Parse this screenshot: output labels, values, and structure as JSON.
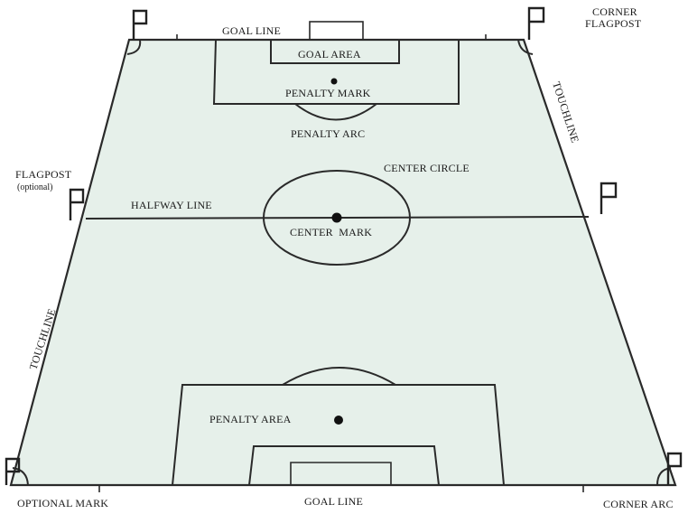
{
  "colors": {
    "pitch": "#e6f0ea",
    "lines": "#2a2a2a",
    "text": "#1a1a1a"
  },
  "labels": {
    "goal_line_top": "GOAL LINE",
    "goal_area": "GOAL AREA",
    "penalty_mark": "PENALTY MARK",
    "penalty_arc": "PENALTY ARC",
    "corner_flagpost_line1": "CORNER",
    "corner_flagpost_line2": "FLAGPOST",
    "touchline_right": "TOUCHLINE",
    "flagpost": "FLAGPOST",
    "flagpost_optional": "(optional)",
    "center_circle": "CENTER CIRCLE",
    "halfway_line": "HALFWAY LINE",
    "center_mark": "CENTER  MARK",
    "touchline_left": "TOUCHLINE",
    "penalty_area": "PENALTY AREA",
    "optional_mark": "OPTIONAL MARK",
    "goal_line_bottom": "GOAL LINE",
    "corner_arc": "CORNER ARC"
  },
  "icons": [
    "corner-flag-icon",
    "halfway-flag-icon"
  ]
}
